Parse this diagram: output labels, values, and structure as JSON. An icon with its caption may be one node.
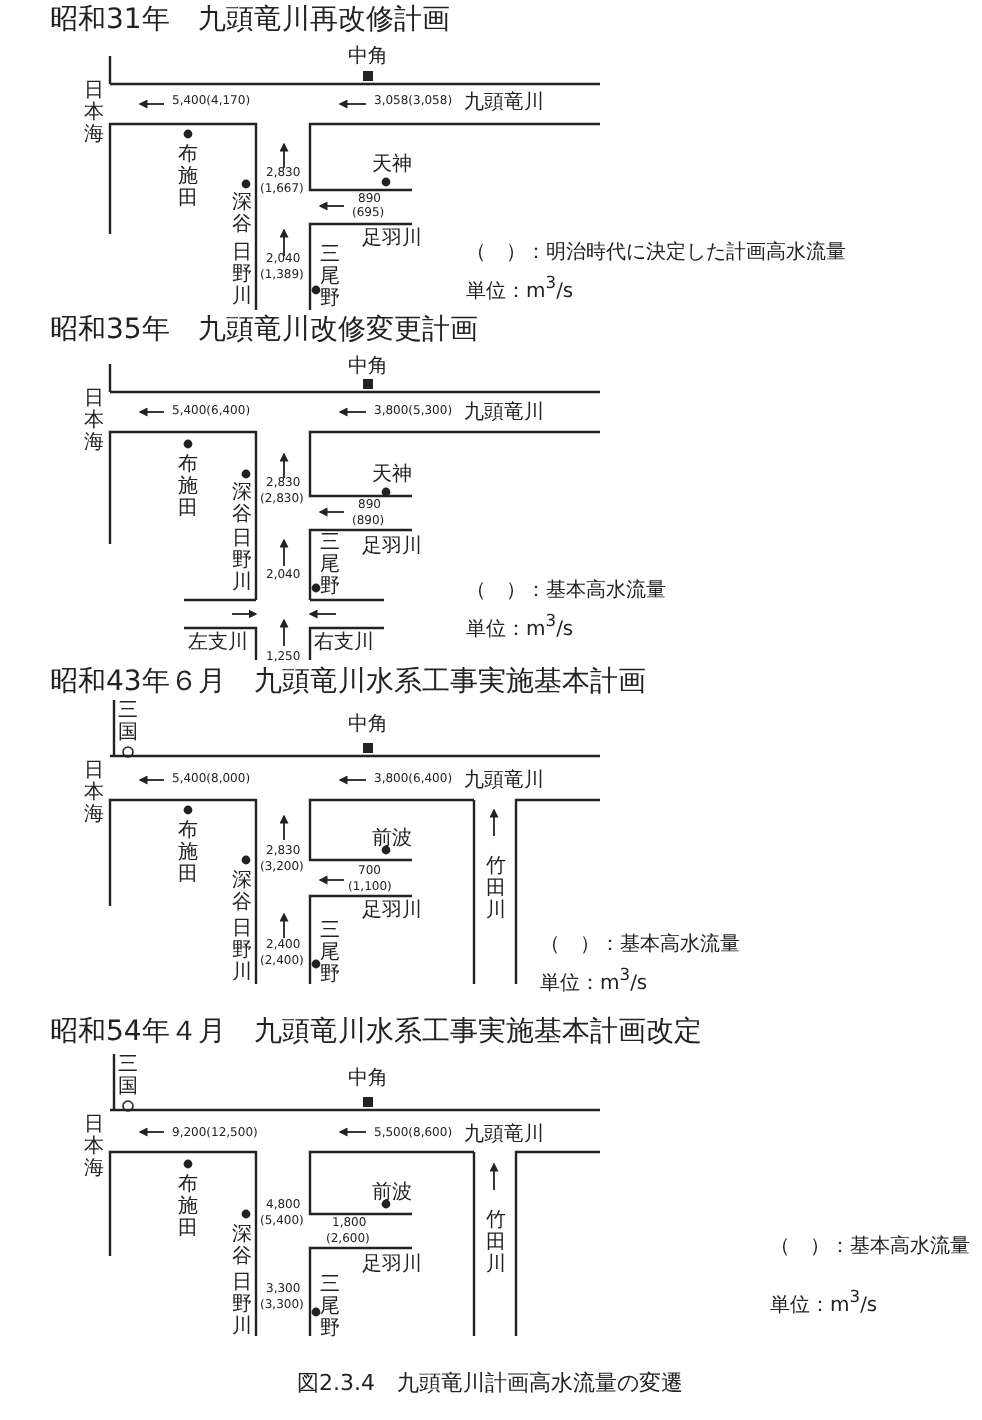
{
  "diagram": {
    "caption": "図2.3.4　九頭竜川計画高水流量の変遷",
    "labels": [
      "昭和31年　九頭竜川再改修計画",
      "中角",
      "日本海",
      "5,400(4,170)",
      "3,058(3,058)",
      "九頭竜川",
      "布施田",
      "天神",
      "2,830",
      "(1,667)",
      "深谷",
      "890",
      "(695)",
      "足羽川",
      "（　）：明治時代に決定した計画高水流量",
      "2,040",
      "日野川",
      "単位：m$^{3}$/s",
      "(1,389)",
      "三尾野",
      "昭和35年　九頭竜川改修変更計画",
      "中角",
      "日本海",
      "5,400(6,400)",
      "3,800(5,300)",
      "九頭竜川",
      "布施田",
      "天神",
      "2,830",
      "(2,830)",
      "深谷",
      "890",
      "(890)",
      "足羽川",
      "2,040",
      "日野川",
      "三尾野",
      "（　）：基本高水流量",
      "左支川",
      "右支川",
      "単位：m$^{3}$/s",
      "1,250",
      "昭和43年６月　九頭竜川水系工事実施基本計画",
      "三国",
      "中角",
      "日本海",
      "5,400(8,000)",
      "3,800(6,400)",
      "九頭竜川",
      "布施田",
      "前波",
      "竹田川",
      "2,830",
      "(3,200)",
      "深谷",
      "700",
      "(1,100)",
      "足羽川",
      "（　）：基本高水流量",
      "2,400",
      "日野川",
      "(2,400)",
      "三尾野",
      "単位：m$^{3}$/s",
      "昭和54年４月　九頭竜川水系工事実施基本計画改定",
      "三国",
      "中角",
      "日本海",
      "9,200(12,500)",
      "5,500(8,600)",
      "九頭竜川",
      "布施田",
      "前波",
      "竹田川",
      "4,800",
      "(5,400)",
      "深谷",
      "1,800",
      "(2,600)",
      "足羽川",
      "（　）：基本高水流量",
      "3,300",
      "日野川",
      "(3,300)",
      "三尾野",
      "単位：m$^{3}$/s"
    ]
  }
}
